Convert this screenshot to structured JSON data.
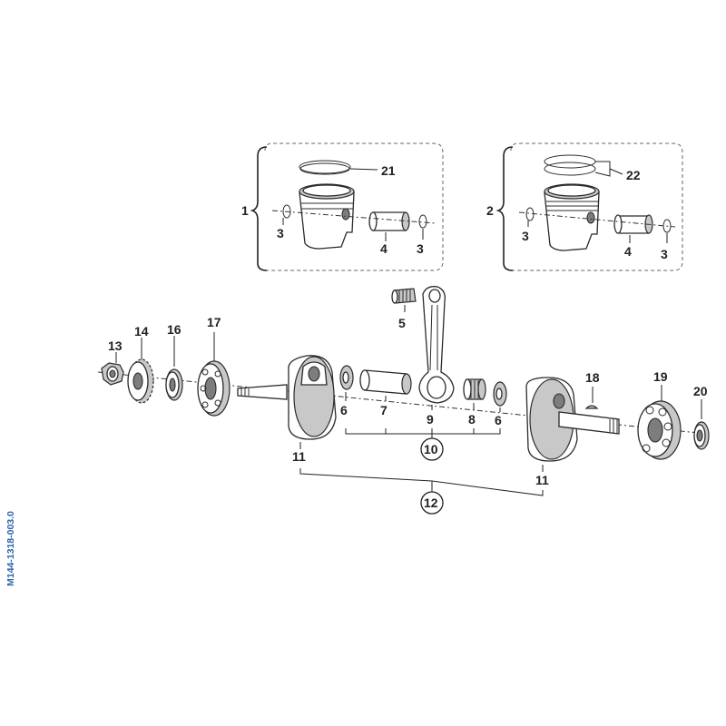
{
  "drawing_code": "M144-1318-003.0",
  "callouts": {
    "c1": "1",
    "c2": "2",
    "c3a": "3",
    "c3b": "3",
    "c3c": "3",
    "c3d": "3",
    "c4a": "4",
    "c4b": "4",
    "c5": "5",
    "c6a": "6",
    "c6b": "6",
    "c7": "7",
    "c8": "8",
    "c9": "9",
    "c10": "10",
    "c11a": "11",
    "c11b": "11",
    "c12": "12",
    "c13": "13",
    "c14": "14",
    "c16": "16",
    "c17": "17",
    "c18": "18",
    "c19": "19",
    "c20": "20",
    "c21": "21",
    "c22": "22"
  },
  "colors": {
    "code_text": "#2a62a8",
    "line": "#2b2b2b"
  }
}
